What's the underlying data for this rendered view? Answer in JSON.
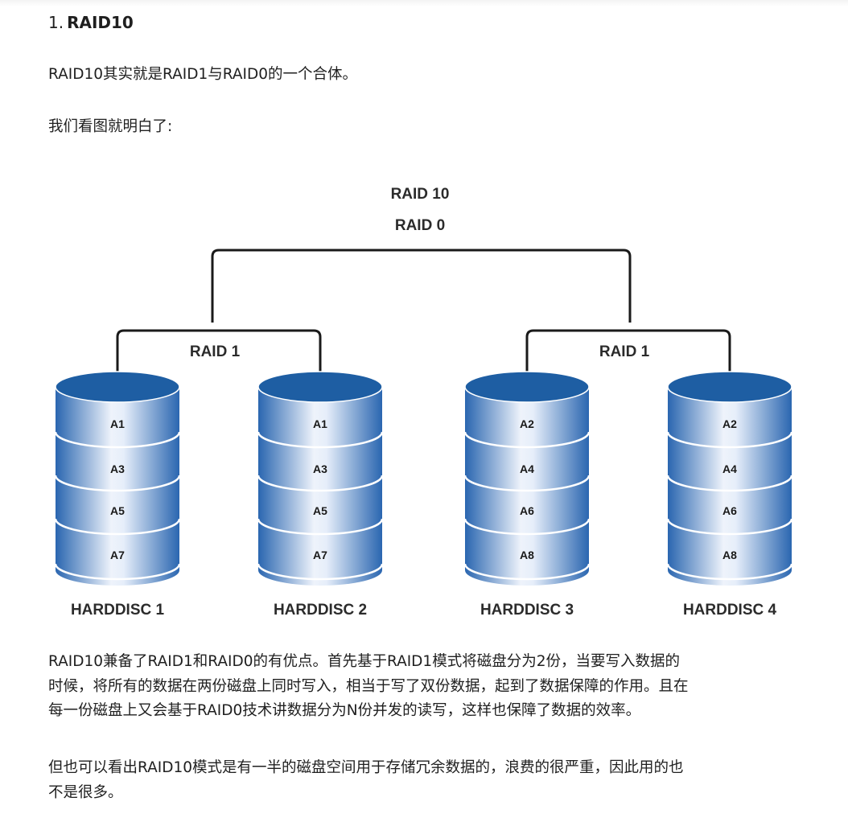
{
  "heading": {
    "number": "1.",
    "title": "RAID10"
  },
  "intro": "RAID10其实就是RAID1与RAID0的一个合体。",
  "see_figure": "我们看图就明白了:",
  "diagram": {
    "title_top": "RAID 10",
    "title_raid0": "RAID 0",
    "raid1_left": "RAID 1",
    "raid1_right": "RAID 1",
    "disks": [
      {
        "label": "HARDDISC 1",
        "blocks": [
          "A1",
          "A3",
          "A5",
          "A7"
        ]
      },
      {
        "label": "HARDDISC 2",
        "blocks": [
          "A1",
          "A3",
          "A5",
          "A7"
        ]
      },
      {
        "label": "HARDDISC 3",
        "blocks": [
          "A2",
          "A4",
          "A6",
          "A8"
        ]
      },
      {
        "label": "HARDDISC 4",
        "blocks": [
          "A2",
          "A4",
          "A6",
          "A8"
        ]
      }
    ]
  },
  "body_para": [
    "RAID10兼备了RAID1和RAID0的有优点。首先基于RAID1模式将磁盘分为2份，当要写入数据的",
    "时候，将所有的数据在两份磁盘上同时写入，相当于写了双份数据，起到了数据保障的作用。且在",
    "每一份磁盘上又会基于RAID0技术讲数据分为N份并发的读写，这样也保障了数据的效率。"
  ],
  "closing_para": [
    "但也可以看出RAID10模式是有一半的磁盘空间用于存储冗余数据的，浪费的很严重，因此用的也",
    "不是很多。"
  ],
  "colors": {
    "disk_top": "#1e5ea3",
    "disk_side_dark": "#2a66b0",
    "disk_side_light": "#e6eefa",
    "line": "#1a1a1a",
    "label": "#2b2b2b"
  }
}
